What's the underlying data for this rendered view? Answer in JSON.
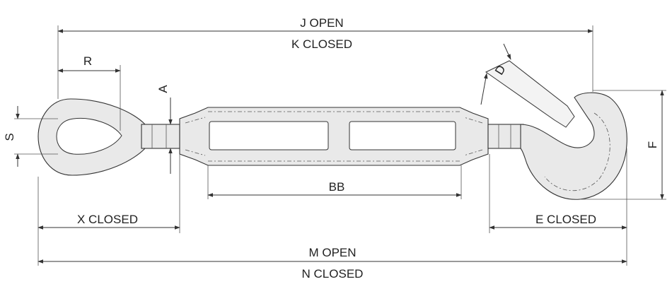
{
  "dimensions": {
    "j_open": "J OPEN",
    "k_closed": "K CLOSED",
    "r": "R",
    "a": "A",
    "s": "S",
    "d": "D",
    "f": "F",
    "bb": "BB",
    "x_closed": "X CLOSED",
    "e_closed": "E CLOSED",
    "m_open": "M OPEN",
    "n_closed": "N CLOSED"
  }
}
